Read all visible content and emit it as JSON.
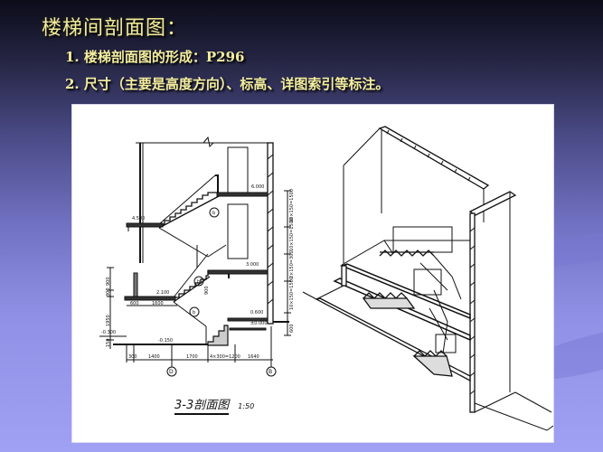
{
  "slide": {
    "title": "楼梯间剖面图：",
    "bullets": [
      {
        "number": "1.",
        "text": "楼梯剖面图的形成：P296"
      },
      {
        "number": "2.",
        "text": "尺寸（主要是高度方向）、标高、详图索引等标注。"
      }
    ],
    "colors": {
      "title_text": "#f2ec9a",
      "background_top": "#0c0c1a",
      "background_bottom": "#a0a0f4",
      "panel": "#ffffff"
    }
  },
  "figure": {
    "section_drawing": {
      "caption": "3-3剖面图",
      "scale": "1:50",
      "elevations": [
        "6.000",
        "4.500",
        "3.000",
        "2.100",
        "0.600",
        "±0.000",
        "-0.150",
        "-0.300"
      ],
      "vertical_dims": [
        "10×150=1500",
        "10×150=1500",
        "2×150=300",
        "10×150=1500",
        "600"
      ],
      "left_dims": [
        "900",
        "300",
        "1950",
        "150"
      ],
      "landing_dims": [
        "600",
        "1600"
      ],
      "bottom_dims": [
        "300",
        "1400",
        "1700",
        "4×300=1200",
        "1640"
      ],
      "axis_labels": [
        "D",
        "B"
      ],
      "detail_index": [
        "b",
        "b",
        "b"
      ],
      "rail_height": "900"
    },
    "isometric_drawing": {
      "description": "Axonometric cutaway of a double-run staircase across two floors"
    }
  }
}
